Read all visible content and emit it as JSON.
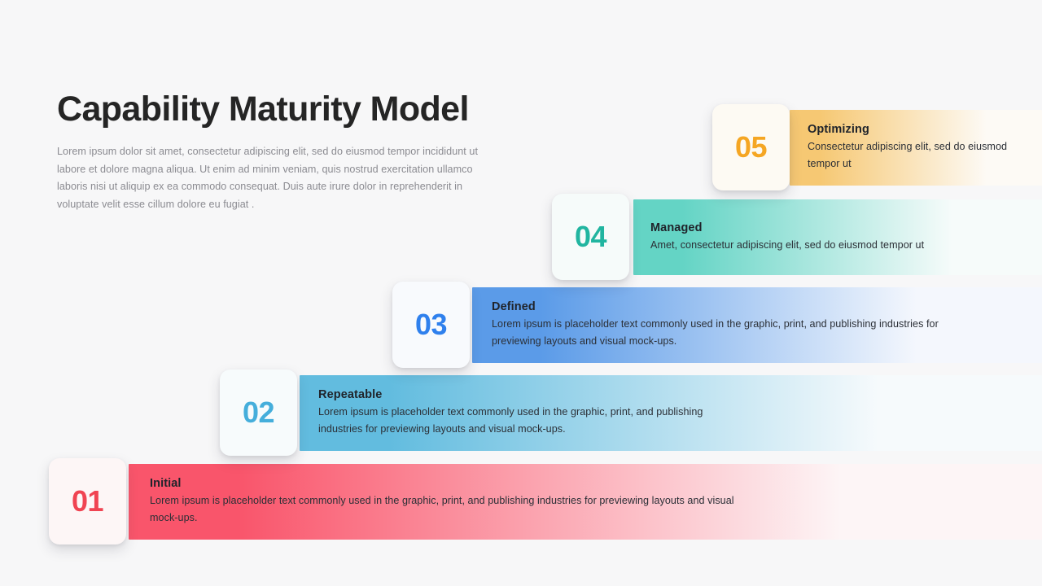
{
  "page": {
    "background_color": "#f7f7f8",
    "title": "Capability Maturity Model",
    "subtitle": "Lorem ipsum dolor sit amet, consectetur adipiscing elit, sed do eiusmod tempor incididunt ut labore et dolore magna aliqua. Ut enim ad minim veniam, quis nostrud exercitation ullamco laboris nisi ut aliquip ex ea commodo consequat. Duis aute irure dolor in reprehenderit in voluptate velit esse cillum dolore eu fugiat ."
  },
  "levels": [
    {
      "number": "05",
      "title": "Optimizing",
      "description": "Consectetur adipiscing elit, sed do eiusmod tempor ut",
      "accent_color": "#f5a623",
      "bar_start_color": "#f6c873",
      "bar_end_color": "#fdfaf5",
      "card_background": "#fdfaf3"
    },
    {
      "number": "04",
      "title": "Managed",
      "description": "Amet, consectetur adipiscing elit, sed do eiusmod tempor ut",
      "accent_color": "#21b5a0",
      "bar_start_color": "#64d4c5",
      "bar_end_color": "#f6fbfa",
      "card_background": "#f6fbfa"
    },
    {
      "number": "03",
      "title": "Defined",
      "description": "Lorem ipsum is placeholder text commonly used in the graphic, print, and publishing industries for previewing layouts and visual mock-ups.",
      "accent_color": "#2f80ed",
      "bar_start_color": "#5b9be8",
      "bar_end_color": "#f4f7fd",
      "card_background": "#f8fafd"
    },
    {
      "number": "02",
      "title": "Repeatable",
      "description": "Lorem ipsum is placeholder text commonly used in the graphic, print, and publishing industries for previewing layouts and visual mock-ups.",
      "accent_color": "#45aedb",
      "bar_start_color": "#62bcdf",
      "bar_end_color": "#f6fafc",
      "card_background": "#f7fbfc"
    },
    {
      "number": "01",
      "title": "Initial",
      "description": "Lorem ipsum is placeholder text commonly used in the graphic, print, and publishing industries for previewing layouts and visual mock-ups.",
      "accent_color": "#f04452",
      "bar_start_color": "#f9556b",
      "bar_end_color": "#fdf5f6",
      "card_background": "#fdf6f6"
    }
  ]
}
